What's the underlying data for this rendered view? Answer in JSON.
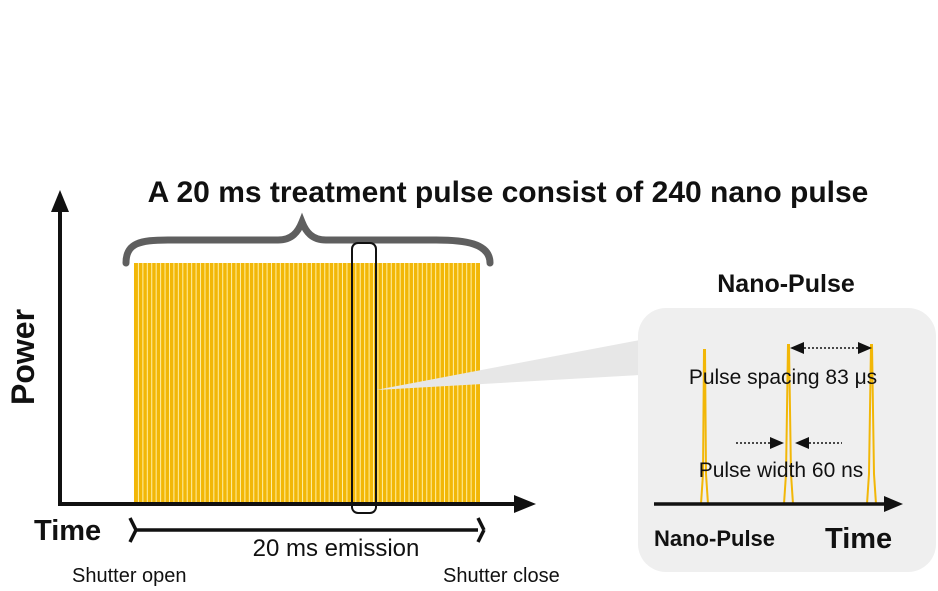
{
  "title": "A 20 ms treatment pulse consist of 240 nano pulse",
  "main_plot": {
    "y_axis_label": "Power",
    "x_axis_label": "Time",
    "emission_label": "20 ms emission",
    "shutter_open_label": "Shutter open",
    "shutter_close_label": "Shutter close",
    "pulse_count": 240,
    "duration_ms": 20
  },
  "inset": {
    "title": "Nano-Pulse",
    "x_axis_label": "Time",
    "series_label": "Nano-Pulse",
    "spacing_label": "Pulse spacing 83 μs",
    "width_label": "Pulse width 60 ns",
    "pulse_spacing_us": 83,
    "pulse_width_ns": 60
  },
  "colors": {
    "pulse": "#F2B707",
    "pulse_gap": "#FFEFA6",
    "brace": "#5f5f5f",
    "axis": "#111111",
    "inset_bg": "#EFEFEF"
  }
}
